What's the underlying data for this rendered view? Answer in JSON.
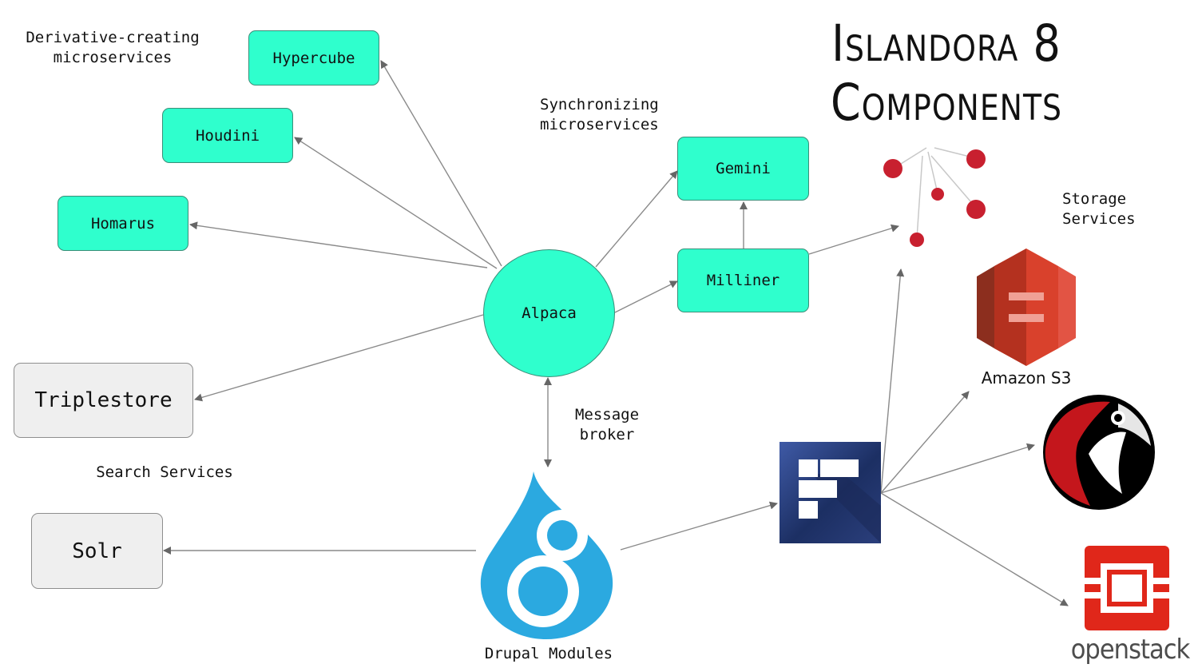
{
  "title": "Islandora 8 Components",
  "labels": {
    "derivative": [
      "Derivative-creating",
      "microservices"
    ],
    "synchronizing": [
      "Synchronizing",
      "microservices"
    ],
    "storage": [
      "Storage",
      "Services"
    ],
    "message_broker": [
      "Message",
      "broker"
    ],
    "search": "Search Services",
    "drupal": "Drupal Modules"
  },
  "nodes": {
    "hypercube": "Hypercube",
    "houdini": "Houdini",
    "homarus": "Homarus",
    "alpaca": "Alpaca",
    "gemini": "Gemini",
    "milliner": "Milliner",
    "triplestore": "Triplestore",
    "solr": "Solr"
  },
  "logos": {
    "amazon_s3": "Amazon S3",
    "openstack": "openstack",
    "drupal_icon": "drupal-8-icon",
    "fedora_icon": "fedora-icon",
    "blazegraph_icon": "scattered-dots-icon",
    "rackspace_icon": "rackspace-icon",
    "s3_icon": "amazon-s3-icon",
    "openstack_icon": "openstack-icon"
  },
  "colors": {
    "node_fill": "#2fffcd",
    "node_border": "#3a8e78",
    "gray_fill": "#efefef",
    "arrow": "#777777",
    "drupal_blue": "#2ba9e0",
    "s3_red": "#d9412c",
    "rackspace_red": "#c4161c",
    "openstack_red": "#e0271a",
    "fedora_navy": "#1f3566",
    "dots_red": "#c8202f"
  }
}
